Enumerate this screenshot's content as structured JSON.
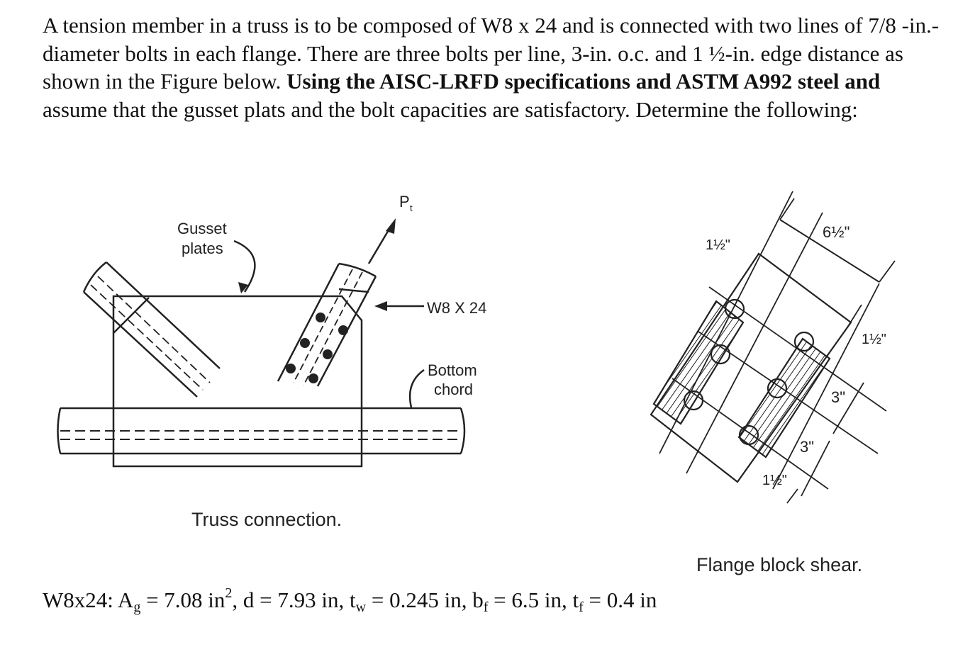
{
  "problem": {
    "part1": "A tension member in a truss is to be composed of W8 x 24 and is connected with two lines of 7/8 -in.-diameter bolts in each flange. There are three bolts per line, 3-in. o.c. and 1 ½-in. edge distance as shown in the Figure below.",
    "part2": "Using the AISC-LRFD specifications and ASTM A992 steel and",
    "part3": "assume that the gusset plats and the bolt capacities are satisfactory. Determine the following:"
  },
  "figure_left": {
    "gusset_label_1": "Gusset",
    "gusset_label_2": "plates",
    "load_label": "P",
    "load_sub": "t",
    "member_label": "W8 X 24",
    "chord_label_1": "Bottom",
    "chord_label_2": "chord",
    "caption": "Truss connection."
  },
  "figure_right": {
    "dim_width": "6½\"",
    "dim_edge_top": "1½\"",
    "dim_edge_right": "1½\"",
    "dim_spacing_1": "3\"",
    "dim_spacing_2": "3\"",
    "dim_edge_bottom": "1½\"",
    "caption": "Flange block shear."
  },
  "properties": {
    "prefix": "W8x24: A",
    "ag_sub": "g",
    "ag_val": " = 7.08 in",
    "ag_exp": "2",
    "d_val": ", d = 7.93 in, t",
    "tw_sub": "w",
    "tw_val": " = 0.245 in, b",
    "bf_sub": "f",
    "bf_val": " = 6.5 in, t",
    "tf_sub": "f",
    "tf_val": " = 0.4 in"
  }
}
